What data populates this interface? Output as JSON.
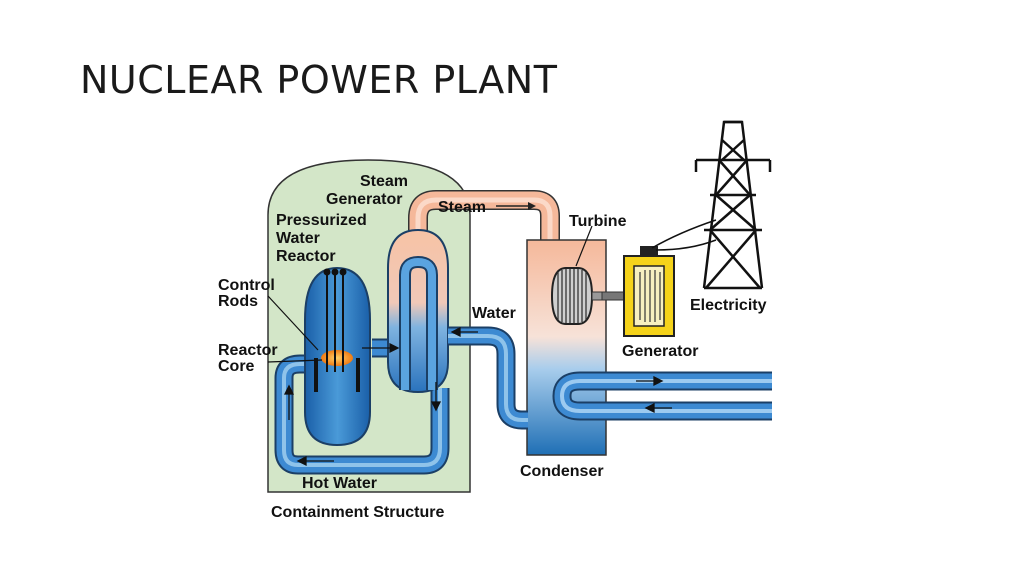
{
  "slide": {
    "title": "NUCLEAR POWER PLANT"
  },
  "diagram": {
    "labels": {
      "steam_generator_line1": "Steam",
      "steam_generator_line2": "Generator",
      "steam": "Steam",
      "pwr_line1": "Pressurized",
      "pwr_line2": "Water",
      "pwr_line3": "Reactor",
      "control_rods_line1": "Control",
      "control_rods_line2": "Rods",
      "reactor_core_line1": "Reactor",
      "reactor_core_line2": "Core",
      "water": "Water",
      "turbine": "Turbine",
      "electricity": "Electricity",
      "generator": "Generator",
      "condenser": "Condenser",
      "hot_water": "Hot Water",
      "containment": "Containment Structure"
    },
    "colors": {
      "containment_fill": "#d3e6c8",
      "water_blue": "#1f6fb5",
      "light_blue": "#8fc3ea",
      "steam_peach": "#f5b89a",
      "generator_yellow": "#f5d31a",
      "core_orange": "#f28a1e"
    }
  }
}
